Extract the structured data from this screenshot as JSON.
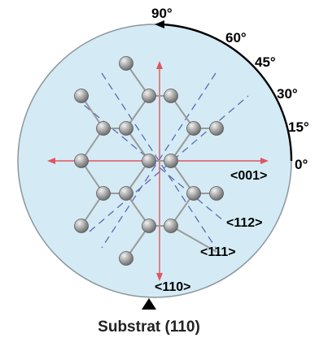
{
  "colors": {
    "disk_fill": "#d4ebf5",
    "disk_stroke": "#8c969c",
    "arc": "#000000",
    "axis_arrow": "#e05560",
    "dashed_line": "#5a6ab3",
    "bond": "#9a9a9a",
    "atom": "#8f8f8f"
  },
  "angles": {
    "a90": "90°",
    "a60": "60°",
    "a45": "45°",
    "a30": "30°",
    "a15": "15°",
    "a0": "0°"
  },
  "directions": {
    "d001": "<001>",
    "d112": "<112>",
    "d111": "<111>",
    "d110": "<110>"
  },
  "substrate": {
    "label": "Substrat (110)"
  }
}
